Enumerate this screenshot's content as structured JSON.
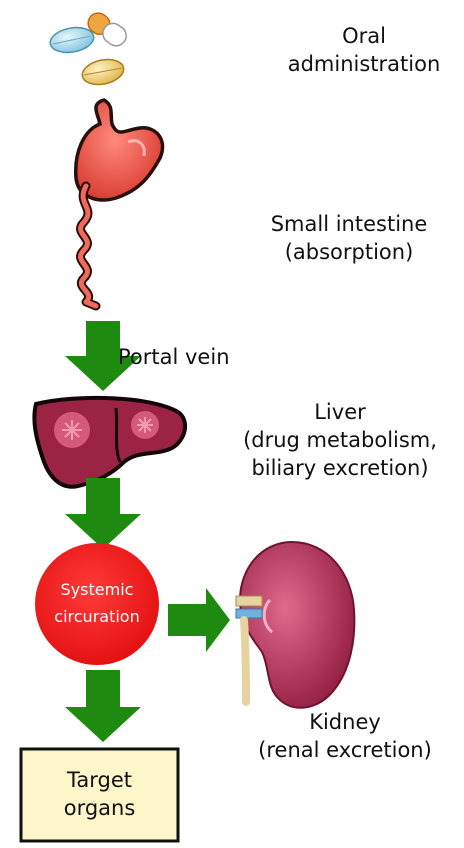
{
  "labels": {
    "oral": [
      "Oral",
      "administration"
    ],
    "small_intestine": [
      "Small intestine",
      "(absorption)"
    ],
    "portal_vein": "Portal vein",
    "liver": [
      "Liver",
      "(drug metabolism,",
      "biliary excretion)"
    ],
    "systemic": [
      "Systemic",
      "circuration"
    ],
    "kidney": [
      "Kidney",
      "(renal excretion)"
    ],
    "target": [
      "Target",
      "organs"
    ]
  },
  "colors": {
    "arrow": "#1e8a10",
    "stomach": "#e8453c",
    "liver": "#8e1f3a",
    "circulation": "#ee1111",
    "kidney": "#b22a55",
    "target_fill": "#fdf6c8"
  },
  "icons": [
    "pill-capsules-icon",
    "stomach-intestine-icon",
    "liver-icon",
    "kidney-icon"
  ]
}
